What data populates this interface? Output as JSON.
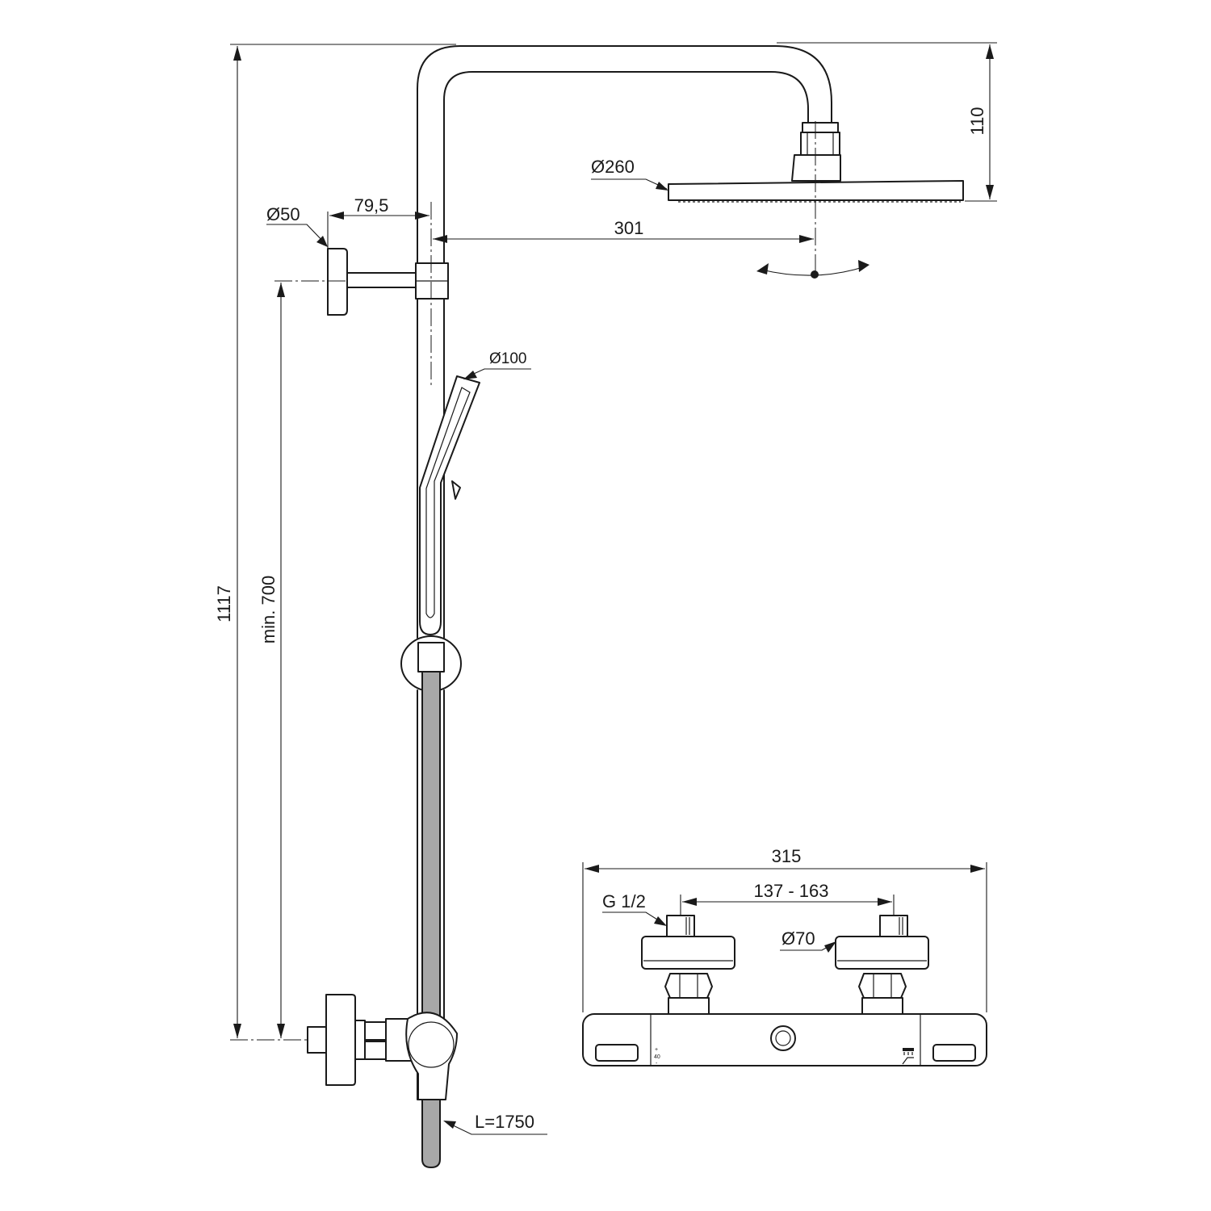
{
  "dimensions": {
    "total_height": "1117",
    "min_mount_height": "min. 700",
    "wall_bracket_diameter": "Ø50",
    "bracket_offset": "79,5",
    "head_projection": "301",
    "head_diameter": "Ø260",
    "head_drop": "110",
    "hand_shower_diameter": "Ø100",
    "hose_length": "L=1750",
    "mixer_width": "315",
    "inlet_centres": "137 - 163",
    "inlet_thread": "G 1/2",
    "escutcheon_diameter": "Ø70"
  },
  "mixer_markings": {
    "plus": "+",
    "temp": "40",
    "minus": "-"
  }
}
